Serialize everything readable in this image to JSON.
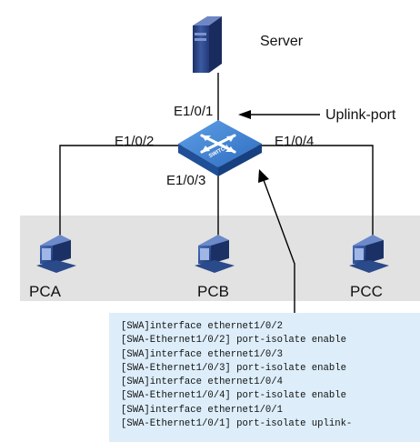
{
  "diagram": {
    "server_label": "Server",
    "uplink_label": "Uplink-port",
    "switch_text": "SWITCH",
    "ports": {
      "e1": "E1/0/1",
      "e2": "E1/0/2",
      "e3": "E1/0/3",
      "e4": "E1/0/4"
    },
    "pcs": [
      {
        "label": "PCA"
      },
      {
        "label": "PCB"
      },
      {
        "label": "PCC"
      }
    ],
    "colors": {
      "switch": "#2f6fc0",
      "pc": "#2d4f8c",
      "server": "#253f7a",
      "band": "#e2e2e2",
      "cli_bg": "#ddeefa"
    }
  },
  "cli": {
    "lines": [
      "[SWA]interface ethernet1/0/2",
      "[SWA-Ethernet1/0/2] port-isolate enable",
      "[SWA]interface ethernet1/0/3",
      "[SWA-Ethernet1/0/3] port-isolate enable",
      "[SWA]interface ethernet1/0/4",
      "[SWA-Ethernet1/0/4] port-isolate enable",
      "[SWA]interface ethernet1/0/1",
      "[SWA-Ethernet1/0/1] port-isolate uplink-"
    ]
  }
}
